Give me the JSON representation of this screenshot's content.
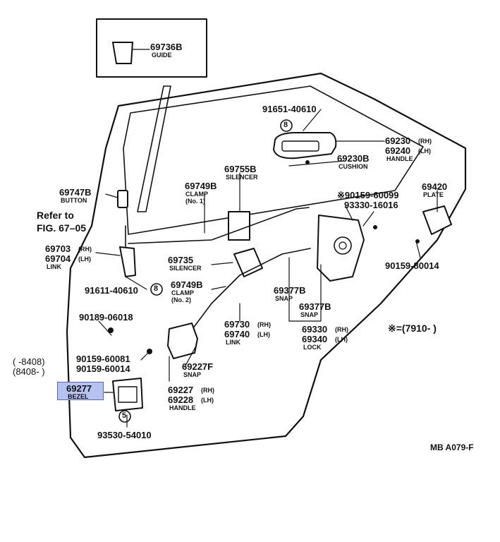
{
  "labels": {
    "p69736b": "69736B",
    "p69736b_name": "GUIDE",
    "p91651": "91651-40610",
    "p69230": "69230",
    "p69230_side": "(RH)",
    "p69240": "69240",
    "p69240_side": "(LH)",
    "p69230_name": "HANDLE",
    "p69230b": "69230B",
    "p69230b_name": "CUSHION",
    "p69747b": "69747B",
    "p69747b_name": "BUTTON",
    "p69755b": "69755B",
    "p69755b_name": "SILENCER",
    "p69749b_1": "69749B",
    "p69749b_1_name": "CLAMP",
    "p69749b_1_note": "(No. 1)",
    "refer_1": "Refer to",
    "refer_2": "FIG. 67–05",
    "p90159_60099": "※90159-60099",
    "p93330": "93330-16016",
    "p69420": "69420",
    "p69420_name": "PLATE",
    "p69703": "69703",
    "p69703_side": "(RH)",
    "p69704": "69704",
    "p69704_side": "(LH)",
    "p69703_name": "LINK",
    "p69735": "69735",
    "p69735_name": "SILENCER",
    "p90159_80014": "90159-80014",
    "p91611": "91611-40610",
    "p69749b_2": "69749B",
    "p69749b_2_name": "CLAMP",
    "p69749b_2_note": "(No. 2)",
    "p69377b_1": "69377B",
    "p69377b_1_name": "SNAP",
    "p69377b_2": "69377B",
    "p69377b_2_name": "SNAP",
    "p90189": "90189-06018",
    "p69730": "69730",
    "p69730_side": "(RH)",
    "p69740": "69740",
    "p69740_side": "(LH)",
    "p69730_name": "LINK",
    "p69330": "69330",
    "p69330_side": "(RH)",
    "p69340": "69340",
    "p69340_side": "(LH)",
    "p69330_name": "LOCK",
    "date_range": "※=(7910-        )",
    "range_a": "(        -8408)",
    "range_b": "(8408-        )",
    "p90159_60081": "90159-60081",
    "p90159_60014": "90159-60014",
    "p69227f": "69227F",
    "p69227f_name": "SNAP",
    "p69277": "69277",
    "p69277_name": "BEZEL",
    "p69227": "69227",
    "p69227_side": "(RH)",
    "p69228": "69228",
    "p69228_side": "(LH)",
    "p69227_name": "HANDLE",
    "p93530": "93530-54010",
    "circle_8": "8",
    "circle_5": "5",
    "diagram_id": "MB A079-F"
  }
}
